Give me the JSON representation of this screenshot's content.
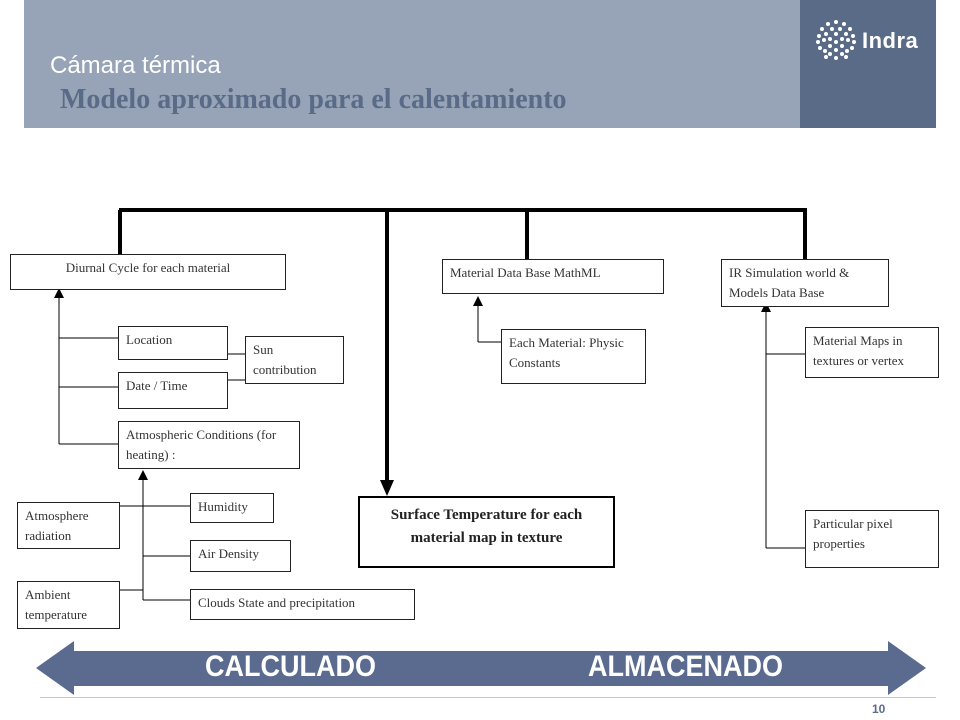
{
  "header": {
    "title": "Cámara térmica",
    "subtitle": "Modelo aproximado para el calentamiento",
    "logo_text": "Indra"
  },
  "diagram": {
    "diurnal": "Diurnal Cycle for each material",
    "location": "Location",
    "sun": "Sun contribution",
    "datetime": "Date / Time",
    "atmos_cond": "Atmospheric Conditions (for heating) :",
    "humidity": "Humidity",
    "air_density": "Air Density",
    "clouds": "Clouds State and precipitation",
    "atmos_rad": "Atmosphere radiation",
    "ambient": "Ambient temperature",
    "surface": "Surface Temperature for each material map in texture",
    "material_db": "Material Data Base MathML",
    "each_material": "Each Material: Physic Constants",
    "ir_sim": "IR Simulation world & Models Data Base",
    "mat_maps": "Material Maps in textures or vertex",
    "pixel_props": "Particular pixel properties"
  },
  "bottom_arrow": {
    "left_label": "CALCULADO",
    "right_label": "ALMACENADO",
    "color": "#5a6b8f"
  },
  "footer": {
    "page_number": "10"
  },
  "colors": {
    "header_bg": "#97a3b6",
    "logo_bg": "#5a6b87",
    "subtitle": "#5a6b87"
  }
}
